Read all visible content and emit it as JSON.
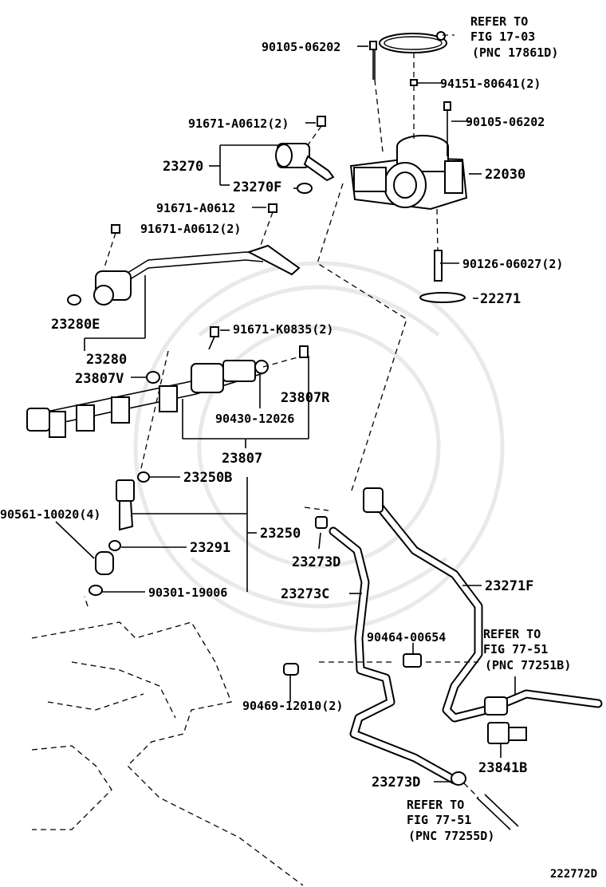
{
  "diagram_id": "222772D",
  "labels": {
    "refer_top_1": "REFER TO",
    "refer_top_2": "FIG 17-03",
    "refer_top_3": "(PNC 17861D)",
    "p90105_06202_a": "90105-06202",
    "p94151_80641": "94151-80641(2)",
    "p90105_06202_b": "90105-06202",
    "p91671_a0612_2a": "91671-A0612(2)",
    "p23270": "23270",
    "p23270f": "23270F",
    "p22030": "22030",
    "p91671_a0612": "91671-A0612",
    "p91671_a0612_2b": "91671-A0612(2)",
    "p90126_06027": "90126-06027(2)",
    "p22271": "22271",
    "p23280e": "23280E",
    "p23280": "23280",
    "p91671_k0835": "91671-K0835(2)",
    "p23807v": "23807V",
    "p23807r": "23807R",
    "p90430_12026": "90430-12026",
    "p23807": "23807",
    "p23250b": "23250B",
    "p90561_10020": "90561-10020(4)",
    "p23250": "23250",
    "p23291": "23291",
    "p23273d_a": "23273D",
    "p90301_19006": "90301-19006",
    "p23273c": "23273C",
    "p23271f": "23271F",
    "refer_mid_1": "REFER TO",
    "refer_mid_2": "FIG 77-51",
    "refer_mid_3": "(PNC 77251B)",
    "p90464_00654": "90464-00654",
    "p90469_12010": "90469-12010(2)",
    "p23841b": "23841B",
    "p23273d_b": "23273D",
    "refer_bot_1": "REFER TO",
    "refer_bot_2": "FIG 77-51",
    "refer_bot_3": "(PNC 77255D)"
  }
}
